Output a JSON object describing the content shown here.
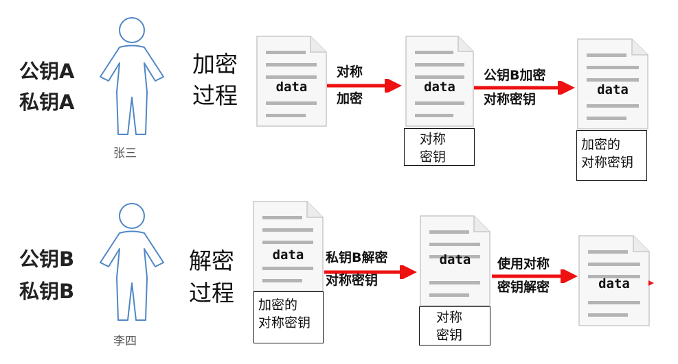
{
  "top": {
    "keys": [
      "公钥A",
      "私钥A"
    ],
    "person": "张三",
    "process": [
      "加密",
      "过程"
    ],
    "docs": [
      "data",
      "data",
      "data"
    ],
    "arrow1": [
      "对称",
      "加密"
    ],
    "arrow2": [
      "公钥B加密",
      "对称密钥"
    ],
    "box1": [
      "对称",
      "密钥"
    ],
    "box2": [
      "加密的",
      "对称密钥"
    ]
  },
  "bottom": {
    "keys": [
      "公钥B",
      "私钥B"
    ],
    "person": "李四",
    "process": [
      "解密",
      "过程"
    ],
    "docs": [
      "data",
      "data",
      "data"
    ],
    "arrow1": [
      "私钥B解密",
      "对称密钥"
    ],
    "arrow2": [
      "使用对称",
      "密钥解密"
    ],
    "box1": [
      "加密的",
      "对称密钥"
    ],
    "box2": [
      "对称",
      "密钥"
    ]
  },
  "colors": {
    "arrow": "#ee1111",
    "person_stroke": "#4f87c5",
    "doc_lines": "#b4b4b4"
  }
}
